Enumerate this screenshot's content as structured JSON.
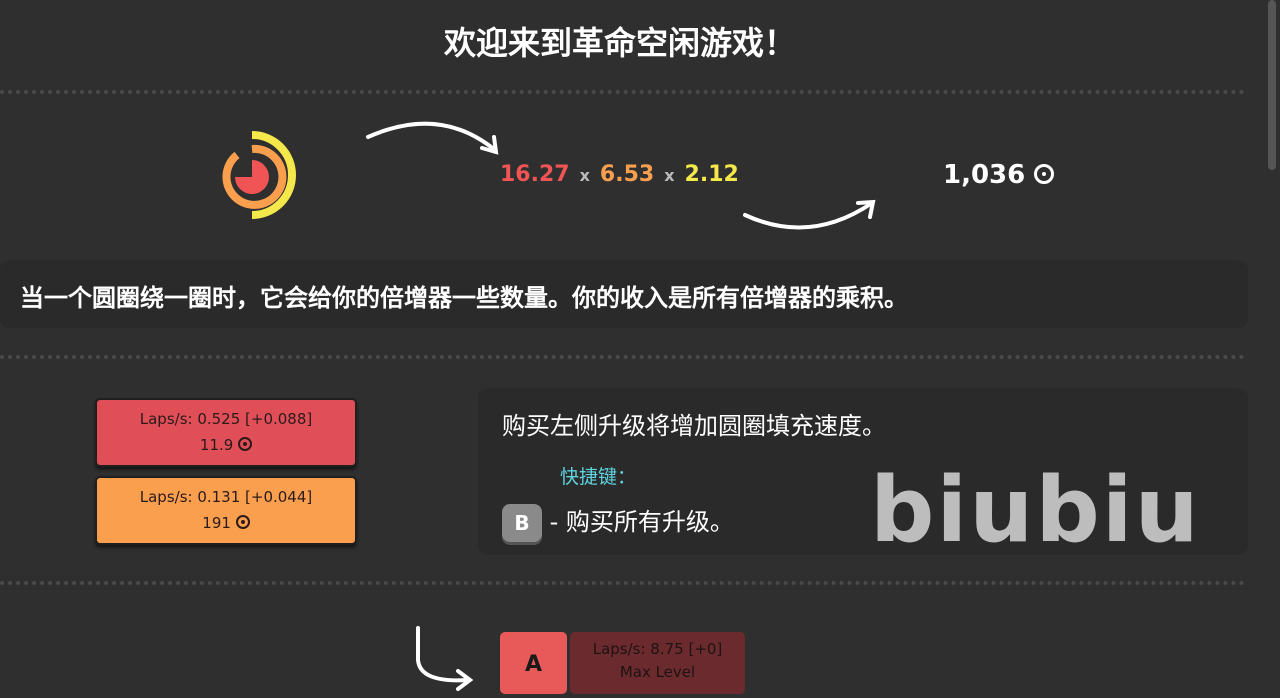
{
  "title": "欢迎来到革命空闲游戏！",
  "multipliers": [
    "16.27",
    "6.53",
    "2.12"
  ],
  "times": "x",
  "income": "1,036",
  "description": "当一个圆圈绕一圈时，它会给你的倍增器一些数量。你的收入是所有倍增器的乘积。",
  "upgrades": [
    {
      "rate": "Laps/s: 0.525 [+0.088]",
      "cost": "11.9",
      "color": "#e04f58"
    },
    {
      "rate": "Laps/s: 0.131 [+0.044]",
      "cost": "191",
      "color": "#f99f4e"
    }
  ],
  "info": {
    "text": "购买左侧升级将增加圆圈填充速度。",
    "shortcut_label": "快捷键：",
    "key": "B",
    "key_desc": "- 购买所有升级。"
  },
  "watermark": "biubiu",
  "bottom": {
    "key": "A",
    "rate": "Laps/s: 8.75 [+0]",
    "status": "Max Level"
  }
}
